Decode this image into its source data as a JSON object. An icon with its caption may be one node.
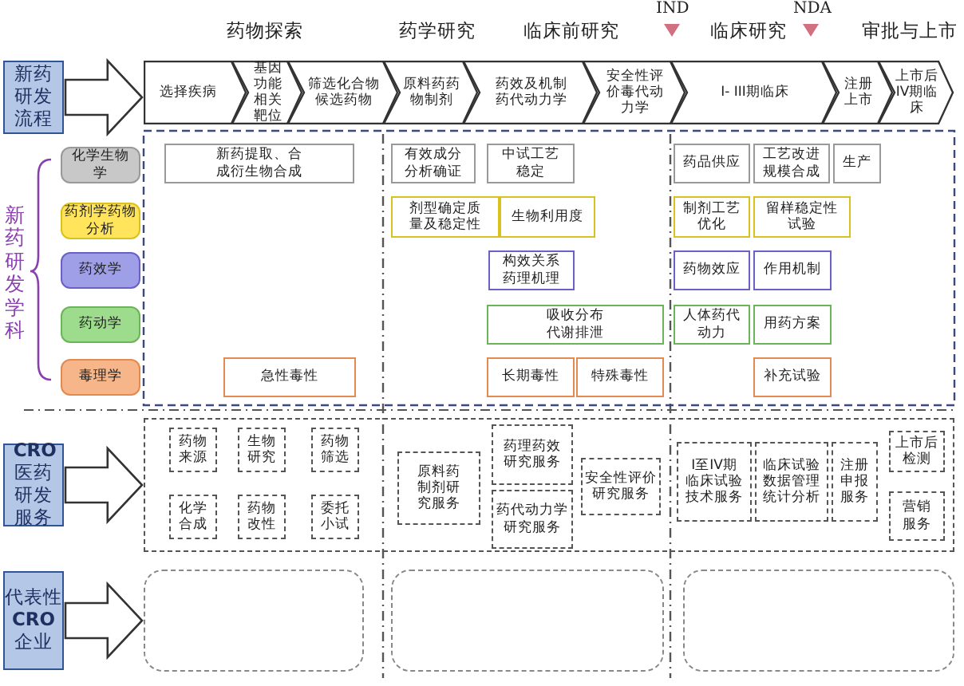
{
  "diagram": {
    "nodes": [
      {
        "text": [
          "新药研发流程"
        ]
      },
      {
        "text": [
          "选择疾病"
        ]
      },
      {
        "text": [
          "基因功能相关靶位"
        ]
      },
      {
        "text": [
          "筛选化合物候选药物"
        ]
      },
      {
        "text": [
          "原料药药物制剂"
        ]
      },
      {
        "text": [
          "药效及机制药代动力学"
        ]
      },
      {
        "text": [
          "安全性评价毒代动力学"
        ]
      },
      {
        "text": [
          "I- III期临床"
        ]
      },
      {
        "text": [
          "注册上市"
        ]
      },
      {
        "text": [
          "上市后IV期临床"
        ]
      },
      {
        "text": [
          "化学生物学"
        ]
      },
      {
        "text": [
          "药剂学药物分析"
        ]
      },
      {
        "text": [
          "药效学"
        ]
      },
      {
        "text": [
          "药动学"
        ]
      },
      {
        "text": [
          "毒理学"
        ]
      },
      {
        "text": [
          "新药提取、合成衍生物合成"
        ]
      },
      {
        "text": [
          "有效成分分析确证"
        ]
      },
      {
        "text": [
          "中试工艺稳定"
        ]
      },
      {
        "text": [
          "药品供应"
        ]
      },
      {
        "text": [
          "工艺改进规模合成"
        ]
      },
      {
        "text": [
          "生产"
        ]
      },
      {
        "text": [
          "剂型确定质量及稳定性"
        ]
      },
      {
        "text": [
          "生物利用度"
        ]
      },
      {
        "text": [
          "制剂工艺优化"
        ]
      },
      {
        "text": [
          "留样稳定性试验"
        ]
      },
      {
        "text": [
          "构效关系药理机理"
        ]
      },
      {
        "text": [
          "药物效应"
        ]
      },
      {
        "text": [
          "作用机制"
        ]
      },
      {
        "text": [
          "吸收分布代谢排泄"
        ]
      },
      {
        "text": [
          "人体药代动力"
        ]
      },
      {
        "text": [
          "用药方案"
        ]
      },
      {
        "text": [
          "急性毒性"
        ]
      },
      {
        "text": [
          "长期毒性"
        ]
      },
      {
        "text": [
          "特殊毒性"
        ]
      },
      {
        "text": [
          "补充试验"
        ]
      },
      {
        "text": [
          "**CRO**医药研发服务"
        ]
      },
      {
        "text": [],
        "shape": "box"
      },
      {
        "text": [
          "药物来源"
        ],
        "in": 36
      },
      {
        "text": [
          "生物研究"
        ],
        "in": 36
      },
      {
        "text": [
          "药物筛选"
        ],
        "in": 36
      },
      {
        "text": [
          "化学合成"
        ],
        "in": 36
      },
      {
        "text": [
          "药物改性"
        ],
        "in": 36
      },
      {
        "text": [
          "委托小试"
        ],
        "in": 36
      },
      {
        "text": [
          "原料药制剂研究服务"
        ],
        "in": 36
      },
      {
        "text": [
          "药理药效研究服务"
        ],
        "in": 36
      },
      {
        "text": [
          "药代动力学研究服务"
        ],
        "in": 36
      },
      {
        "text": [
          "安全性评价研究服务"
        ],
        "in": 36
      },
      {
        "text": [
          "I至IV期临床试验技术服务"
        ],
        "in": 36
      },
      {
        "text": [
          "临床试验数据管理统计分析"
        ],
        "in": 36
      },
      {
        "text": [
          "注册申报服务"
        ],
        "in": 36
      },
      {
        "text": [
          "上市后检测"
        ],
        "in": 36
      },
      {
        "text": [
          "营销服务"
        ],
        "in": 36
      },
      {
        "text": [
          "代表性**CRO**企业"
        ]
      },
      {
        "text": [],
        "shape": "box"
      },
      {
        "text": [],
        "shape": "box"
      },
      {
        "text": [],
        "shape": "box"
      }
    ],
    "edges": [
      {
        "from": 0,
        "to": 1,
        "arrow": "to"
      },
      {
        "from": 35,
        "to": 36,
        "arrow": "to"
      },
      {
        "from": 52,
        "to": 53,
        "arrow": "to"
      }
    ],
    "labels": [
      "药物探索",
      "药学研究",
      "临床前研究",
      "IND",
      "临床研究",
      "NDA",
      "审批与上市",
      "新药研发学科"
    ]
  }
}
